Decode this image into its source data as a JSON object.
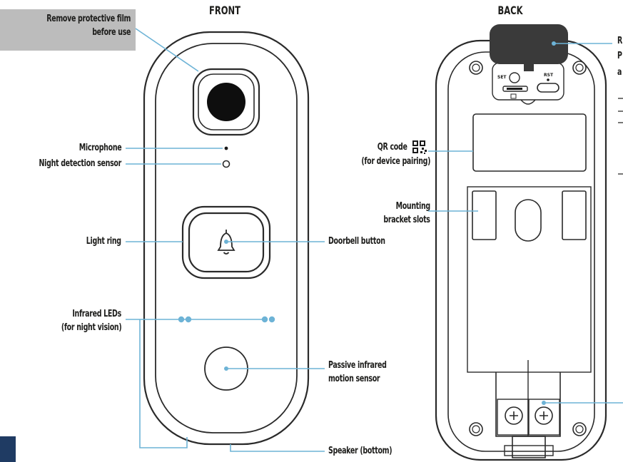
{
  "headings": {
    "front": "FRONT",
    "back": "BACK"
  },
  "front_labels": {
    "film_line1": "Remove protective film",
    "film_line2": "before use",
    "microphone": "Microphone",
    "night_sensor": "Night detection sensor",
    "light_ring": "Light ring",
    "doorbell_button": "Doorbell button",
    "infrared_line1": "Infrared LEDs",
    "infrared_line2": "(for night vision)",
    "pir_line1": "Passive infrared",
    "pir_line2": "motion sensor",
    "speaker": "Speaker (bottom)"
  },
  "back_labels": {
    "qr_line1": "QR code",
    "qr_line2": "(for device pairing)",
    "bracket_line1": "Mounting",
    "bracket_line2": "bracket slots",
    "set_text": "SET",
    "rst_text": "RST",
    "cut_r": "R",
    "cut_p": "P",
    "cut_a": "a"
  },
  "colors": {
    "leader": "#6db3d6",
    "outline": "#2a2a2a",
    "film_box": "#bcbcbc",
    "dark_tab": "#3a3a3a",
    "corner_block": "#1f3b63"
  }
}
